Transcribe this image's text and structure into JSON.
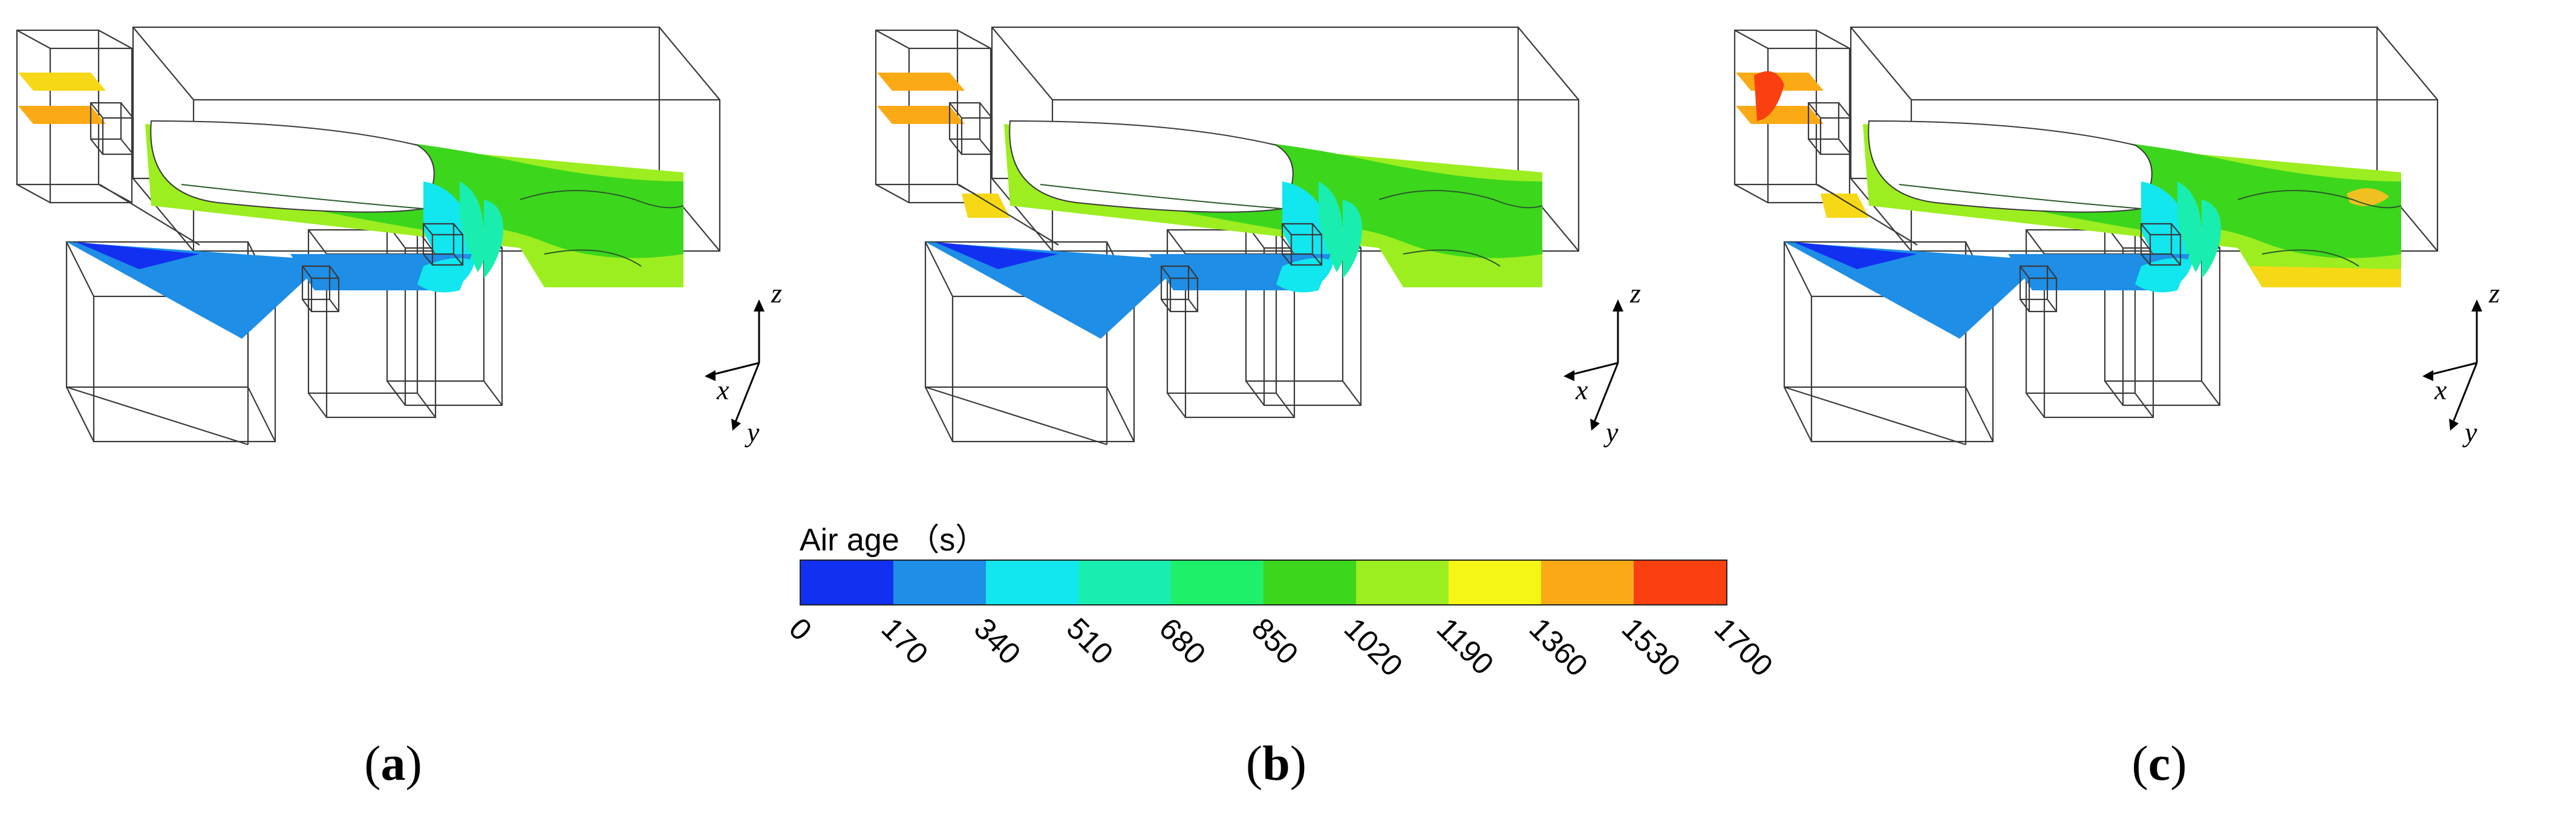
{
  "panels": [
    {
      "id": "a",
      "caption_open": "(",
      "caption_letter": "a",
      "caption_close": ")"
    },
    {
      "id": "b",
      "caption_open": "(",
      "caption_letter": "b",
      "caption_close": ")"
    },
    {
      "id": "c",
      "caption_open": "(",
      "caption_letter": "c",
      "caption_close": ")"
    }
  ],
  "axes_labels": {
    "x": "x",
    "y": "y",
    "z": "z"
  },
  "legend": {
    "title": "Air age （s）",
    "ticks": [
      "0",
      "170",
      "340",
      "510",
      "680",
      "850",
      "1020",
      "1190",
      "1360",
      "1530",
      "1700"
    ],
    "colors": [
      "#1230f0",
      "#1e8ee6",
      "#12e6ee",
      "#19eeb0",
      "#1ef06a",
      "#3cd61c",
      "#9cee20",
      "#f6f616",
      "#fbaa16",
      "#fa4010"
    ]
  },
  "colors": {
    "wire": "#3a3a3a",
    "deep_blue": "#1230f0",
    "blue": "#1e8ee6",
    "cyan": "#12e6ee",
    "teal": "#19eeb0",
    "green": "#3cd61c",
    "light_green": "#9cee20",
    "yellow": "#f6d816",
    "orange": "#fbaa16",
    "red": "#fa4010"
  }
}
